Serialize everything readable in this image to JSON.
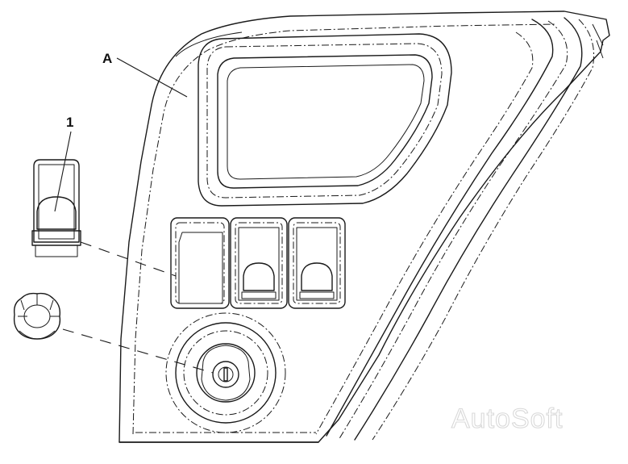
{
  "labels": {
    "panel": "A",
    "switch": "1"
  },
  "watermark": "AutoSoft",
  "colors": {
    "line": "#1a1a1a",
    "background": "#ffffff",
    "watermark": "#d9d9d9"
  }
}
